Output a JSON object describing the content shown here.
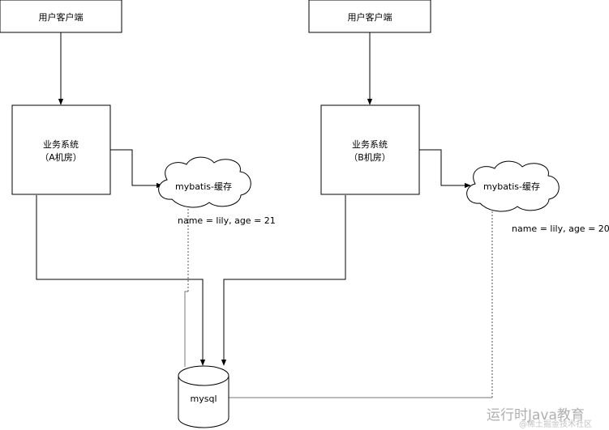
{
  "nodes": {
    "client_a": {
      "label": "用户客户端"
    },
    "client_b": {
      "label": "用户客户端"
    },
    "system_a": {
      "line1": "业务系统",
      "line2": "（A机房）"
    },
    "system_b": {
      "line1": "业务系统",
      "line2": "（B机房）"
    },
    "cache_a": {
      "label": "mybatis-缓存",
      "note": "name = lily, age = 21"
    },
    "cache_b": {
      "label": "mybatis-缓存",
      "note": "name = lily, age = 20"
    },
    "db": {
      "label": "mysql"
    }
  },
  "watermark": {
    "text": "运行时Java教育",
    "sub": "@稀土掘金技术社区"
  }
}
